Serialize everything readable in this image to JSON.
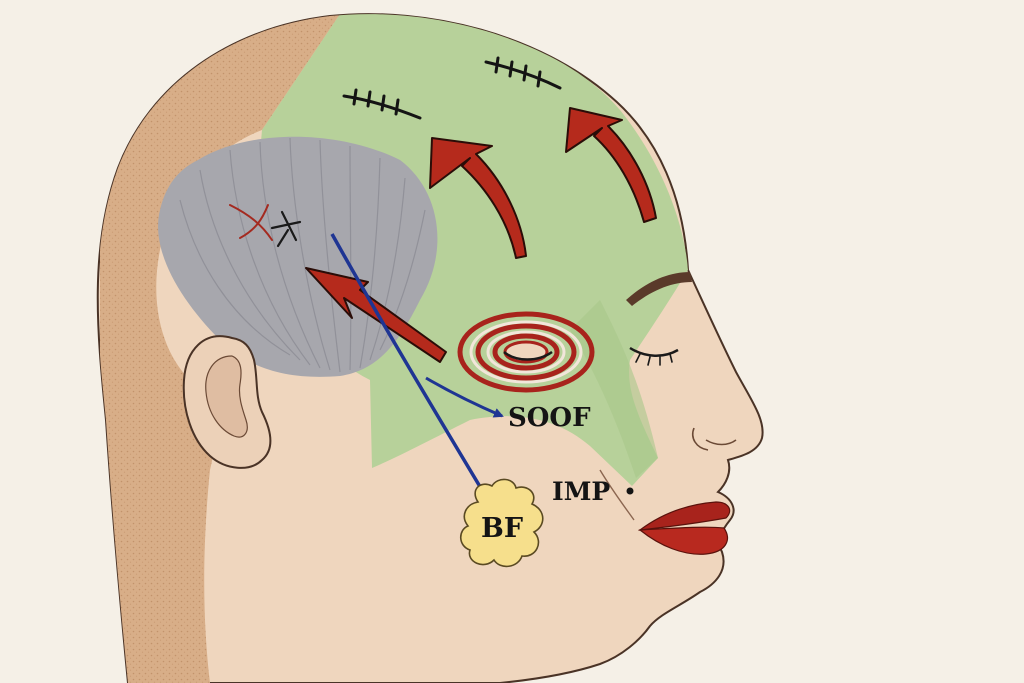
{
  "labels": {
    "soof": "SOOF",
    "imp": "IMP",
    "bf": "BF"
  },
  "colors": {
    "background": "#f5f0e7",
    "skin": "#efd6be",
    "scalp": "#d9b08c",
    "green_zone": "#b7d19a",
    "temporalis_muscle": "#a7a7ad",
    "lift_arrow": "#b52a1c",
    "vector_arrow": "#1f3593",
    "fat_pad": "#f6df8c",
    "lips": "#a8231c",
    "outline": "#4a3326"
  }
}
